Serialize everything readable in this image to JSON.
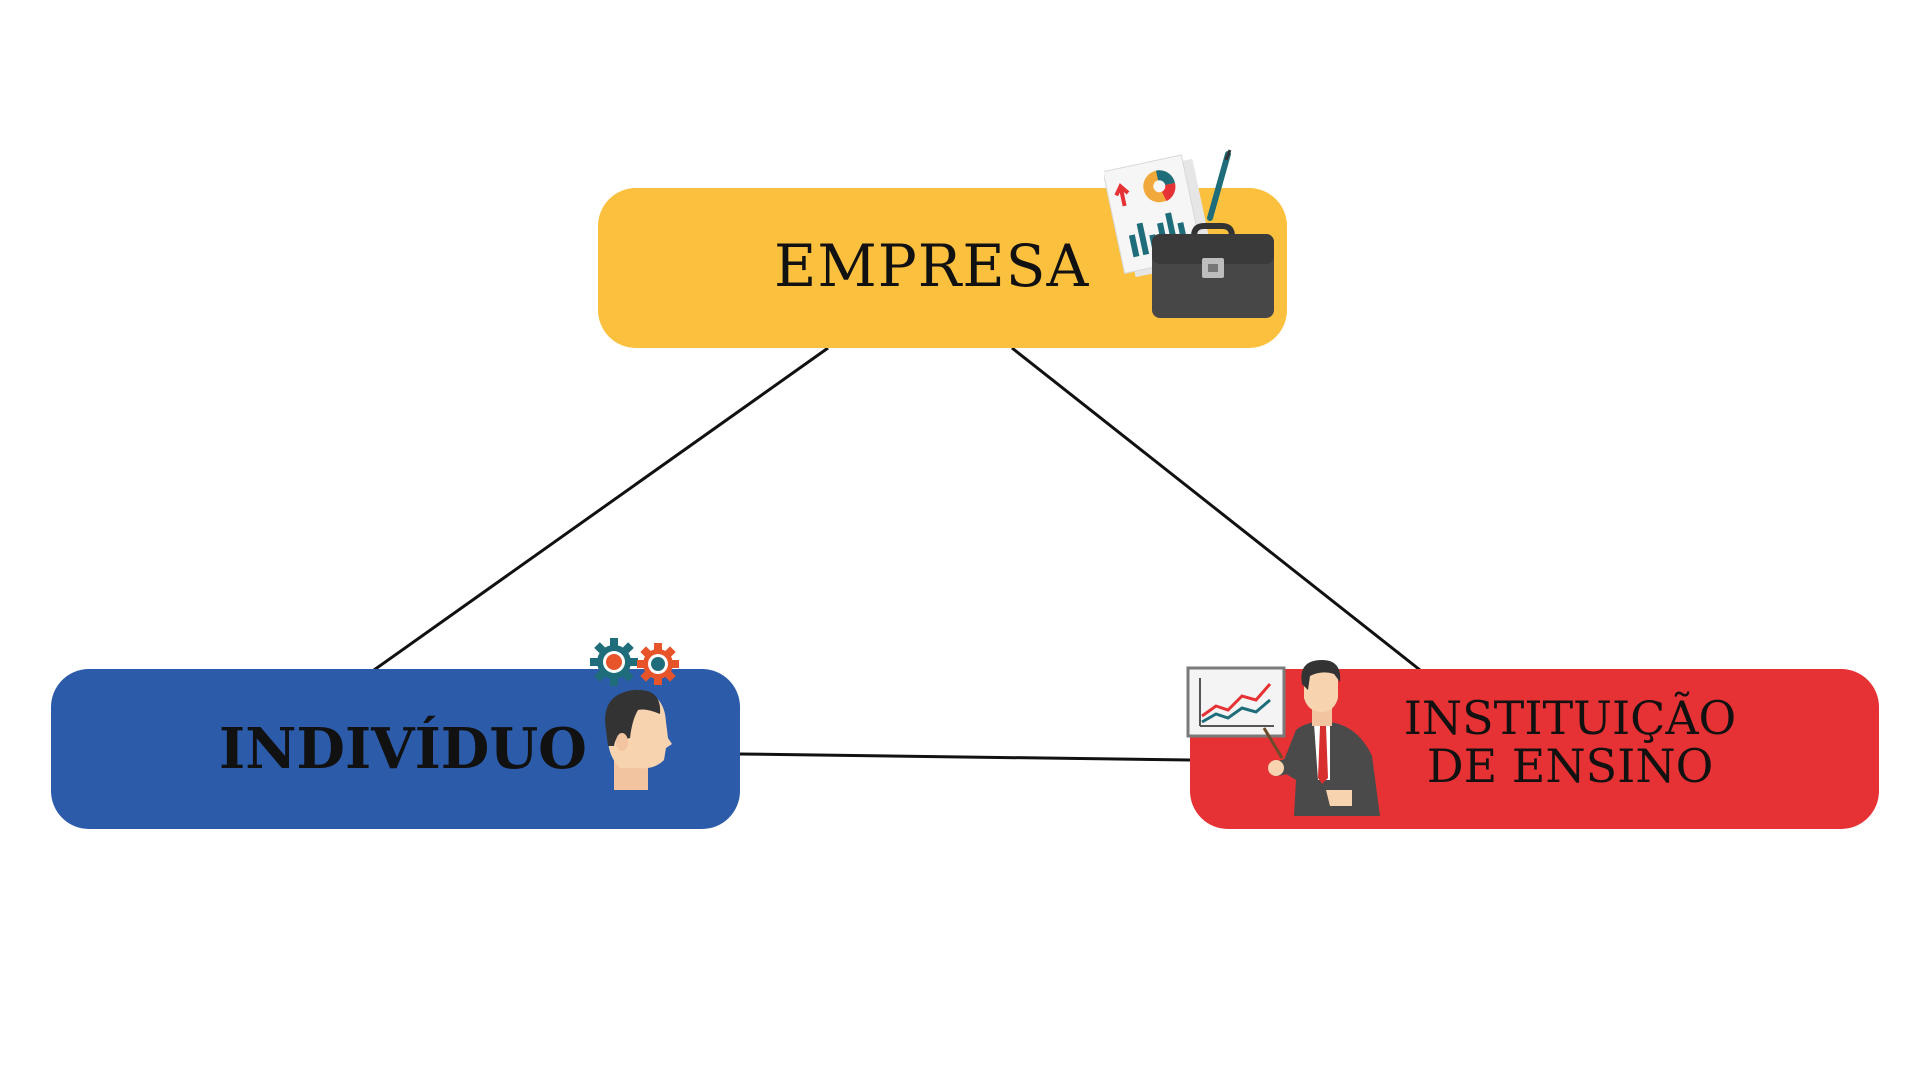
{
  "diagram": {
    "nodes": [
      {
        "id": "empresa",
        "label_lines": [
          "EMPRESA"
        ],
        "color": "#FBC13E",
        "icons": [
          "documents-icon",
          "briefcase-icon"
        ]
      },
      {
        "id": "individuo",
        "label_lines": [
          "INDIVÍDUO"
        ],
        "color": "#2C5BAA",
        "icons": [
          "gears-icon",
          "head-icon"
        ]
      },
      {
        "id": "instituicao",
        "label_lines": [
          "INSTITUIÇÃO",
          "DE ENSINO"
        ],
        "color": "#E63234",
        "icons": [
          "chart-board-icon",
          "presenter-icon"
        ]
      }
    ],
    "edges": [
      {
        "from": "empresa",
        "to": "individuo"
      },
      {
        "from": "empresa",
        "to": "instituicao"
      },
      {
        "from": "individuo",
        "to": "instituicao"
      }
    ],
    "edge_color": "#111111",
    "text_color": "#111111"
  }
}
